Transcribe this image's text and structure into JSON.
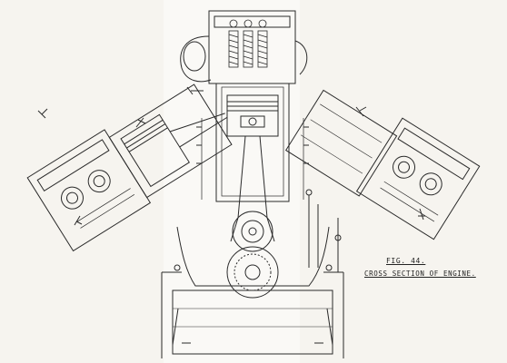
{
  "figure": {
    "label": "FIG. 44.",
    "title": "CROSS SECTION OF ENGINE."
  },
  "drawing": {
    "subject": "V engine cross-section line drawing",
    "parts": [
      "center-cylinder",
      "left-cylinder-bank",
      "right-cylinder-bank",
      "crankshaft",
      "crankcase",
      "spark-plugs"
    ]
  },
  "colors": {
    "paper": "#f6f4ef",
    "ink": "#2a2a2a"
  }
}
